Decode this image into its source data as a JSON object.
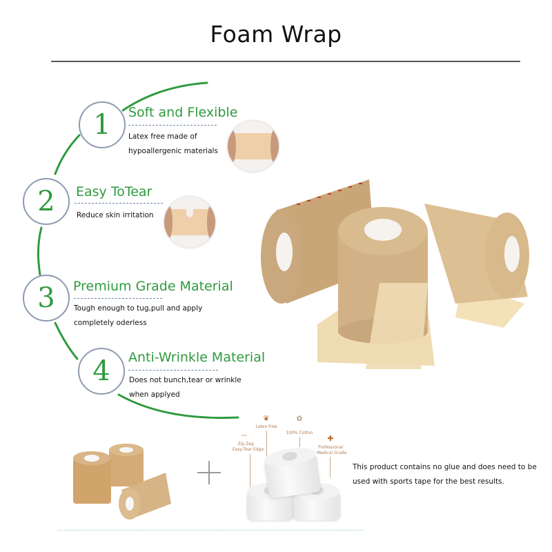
{
  "header": {
    "title": "Foam Wrap"
  },
  "features": [
    {
      "number": "1",
      "title": "Soft and Flexible",
      "description": [
        "Latex free made of",
        "hypoallergenic materials"
      ],
      "thumbnail": "flexible-wrap-thumbnail"
    },
    {
      "number": "2",
      "title": "Easy ToTear",
      "description": [
        "Reduce skin irritation"
      ],
      "thumbnail": "torn-wrap-thumbnail"
    },
    {
      "number": "3",
      "title": "Premium Grade Material",
      "description": [
        "Tough enough to tug,pull and apply",
        "completely oderless"
      ]
    },
    {
      "number": "4",
      "title": "Anti-Wrinkle Material",
      "description": [
        "Does not bunch,tear or wrinkle",
        "when applyed"
      ]
    }
  ],
  "combo": {
    "plus_symbol": "+",
    "callouts": [
      {
        "icon": "leaf-icon",
        "label": "Latex Free"
      },
      {
        "icon": "cotton-icon",
        "label": "100% Cotton"
      },
      {
        "icon": "zigzag-icon",
        "label_lines": [
          "Zig Zag",
          "Easy-Tear Edge"
        ]
      },
      {
        "icon": "medical-cross-icon",
        "label_lines": [
          "Professional",
          "Medical Grade"
        ]
      }
    ],
    "note": "This product contains no glue and does need to be used with sports tape for the best results."
  },
  "colors": {
    "accent_green": "#2e9a3e",
    "circle_border": "#8d9ab0",
    "dashed_rule": "#6a84a8",
    "foam_tan": "#d2b185"
  }
}
